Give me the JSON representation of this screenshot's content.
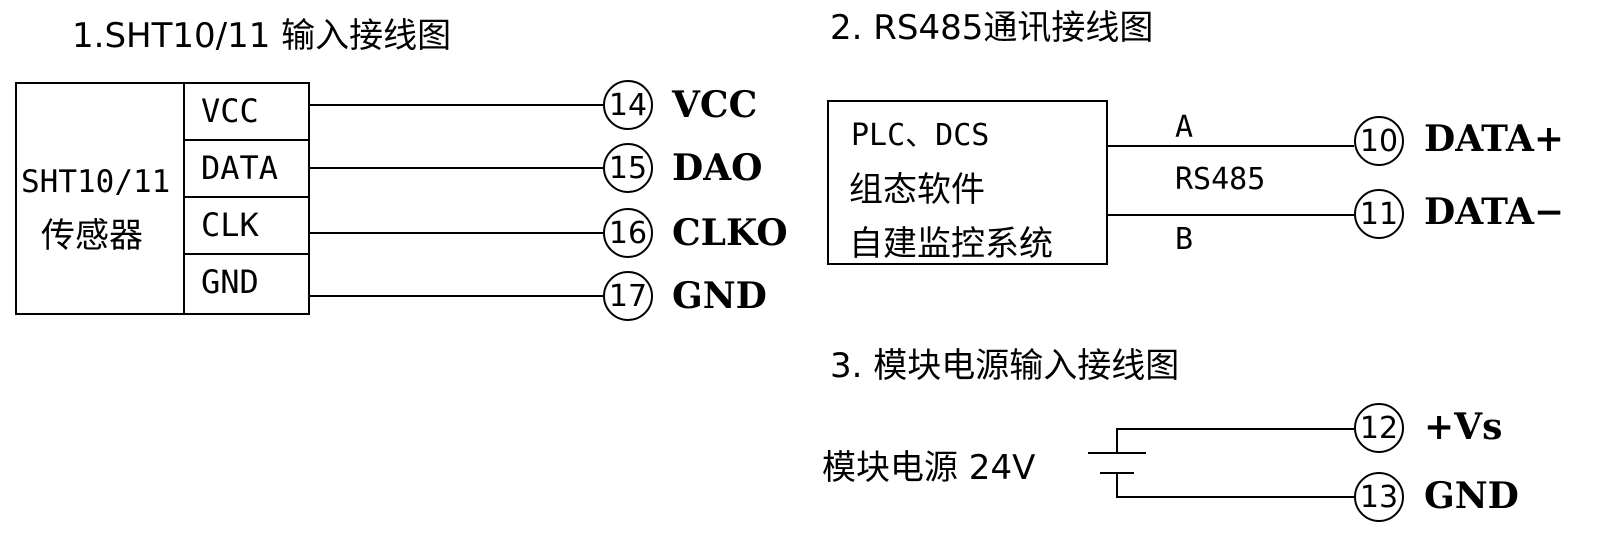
{
  "section1": {
    "title": "1.SHT10/11 输入接线图",
    "sensor_line1": "SHT10/11",
    "sensor_line2": "传感器",
    "pins": [
      "VCC",
      "DATA",
      "CLK",
      "GND"
    ],
    "terminals": [
      "14",
      "15",
      "16",
      "17"
    ],
    "labels": [
      "VCC",
      "DAO",
      "CLKO",
      "GND"
    ]
  },
  "section2": {
    "title": "2. RS485通讯接线图",
    "box_lines": [
      "PLC、DCS",
      "组态软件",
      "自建监控系统"
    ],
    "line_a": "A",
    "bus": "RS485",
    "line_b": "B",
    "terminals": [
      "10",
      "11"
    ],
    "labels": [
      "DATA+",
      "DATA−"
    ]
  },
  "section3": {
    "title": "3. 模块电源输入接线图",
    "source": "模块电源 24V",
    "terminals": [
      "12",
      "13"
    ],
    "labels": [
      "+Vs",
      "GND"
    ]
  }
}
